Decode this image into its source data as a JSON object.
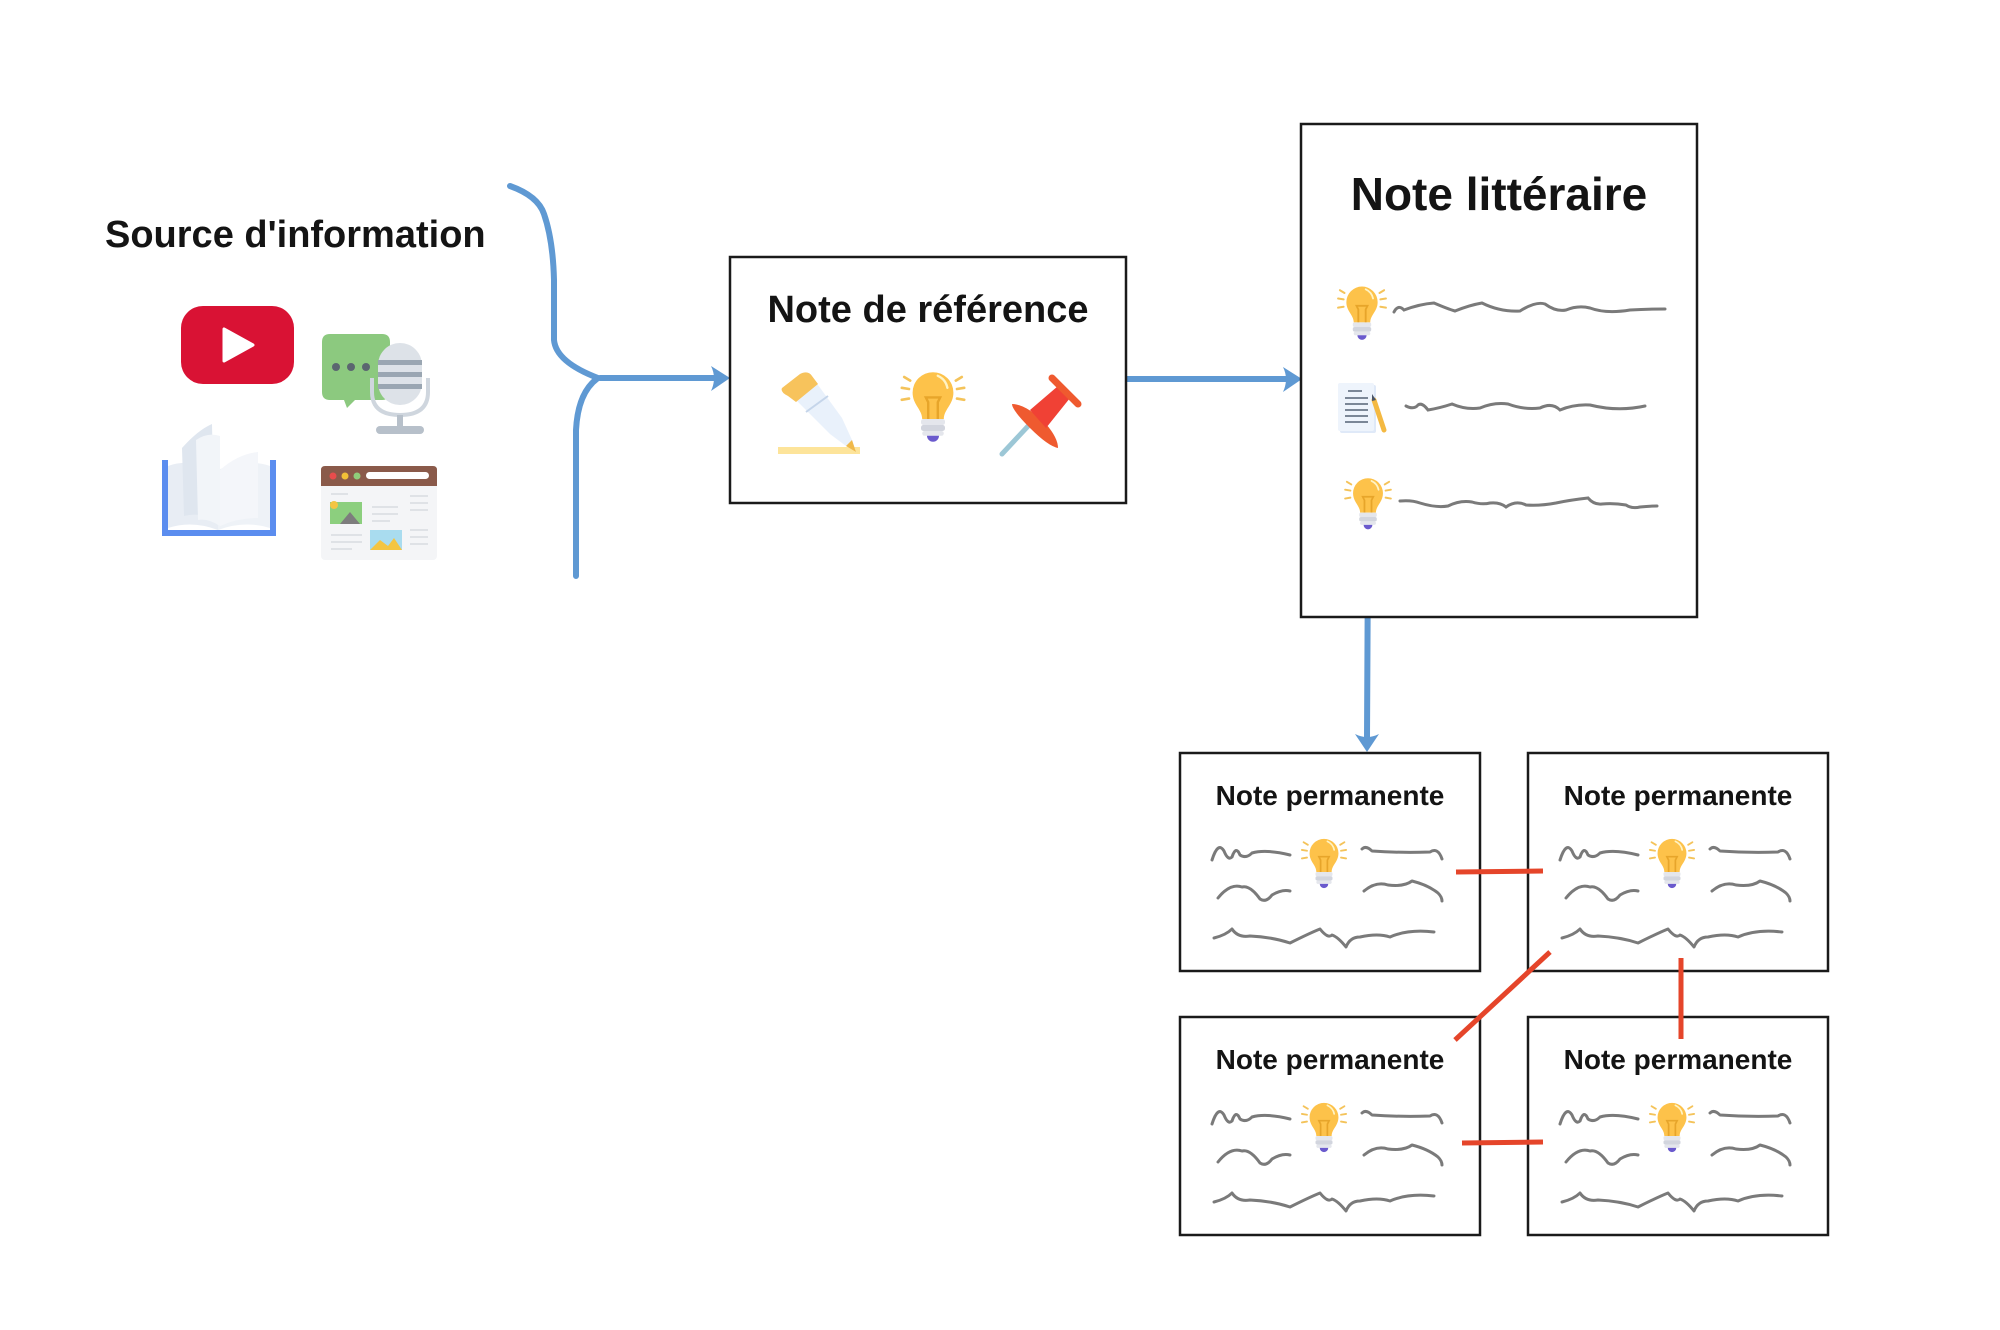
{
  "diagram": {
    "source": {
      "title": "Source d'information",
      "icons": [
        "video-play-icon",
        "podcast-microphone-icon",
        "open-book-icon",
        "web-page-icon"
      ]
    },
    "reference_note": {
      "title": "Note de référence",
      "icons": [
        "highlighter-icon",
        "lightbulb-icon",
        "pushpin-icon"
      ]
    },
    "literature_note": {
      "title": "Note littéraire",
      "rows": [
        {
          "icon": "lightbulb-icon",
          "highlighted": false
        },
        {
          "icon": "document-pencil-icon",
          "highlighted": false
        },
        {
          "icon": "lightbulb-icon",
          "highlighted": true
        }
      ]
    },
    "permanent_notes": [
      {
        "title": "Note permanente"
      },
      {
        "title": "Note permanente"
      },
      {
        "title": "Note permanente"
      },
      {
        "title": "Note permanente"
      }
    ],
    "links": [
      {
        "from": 0,
        "to": 1
      },
      {
        "from": 1,
        "to": 2
      },
      {
        "from": 1,
        "to": 3
      },
      {
        "from": 2,
        "to": 3
      }
    ],
    "colors": {
      "flow_arrow": "#5f99d3",
      "link_line": "#e5452a",
      "box_border": "#1a1a1a",
      "scribble": "#7a7a7a",
      "bulb": "#fdc24a"
    }
  }
}
